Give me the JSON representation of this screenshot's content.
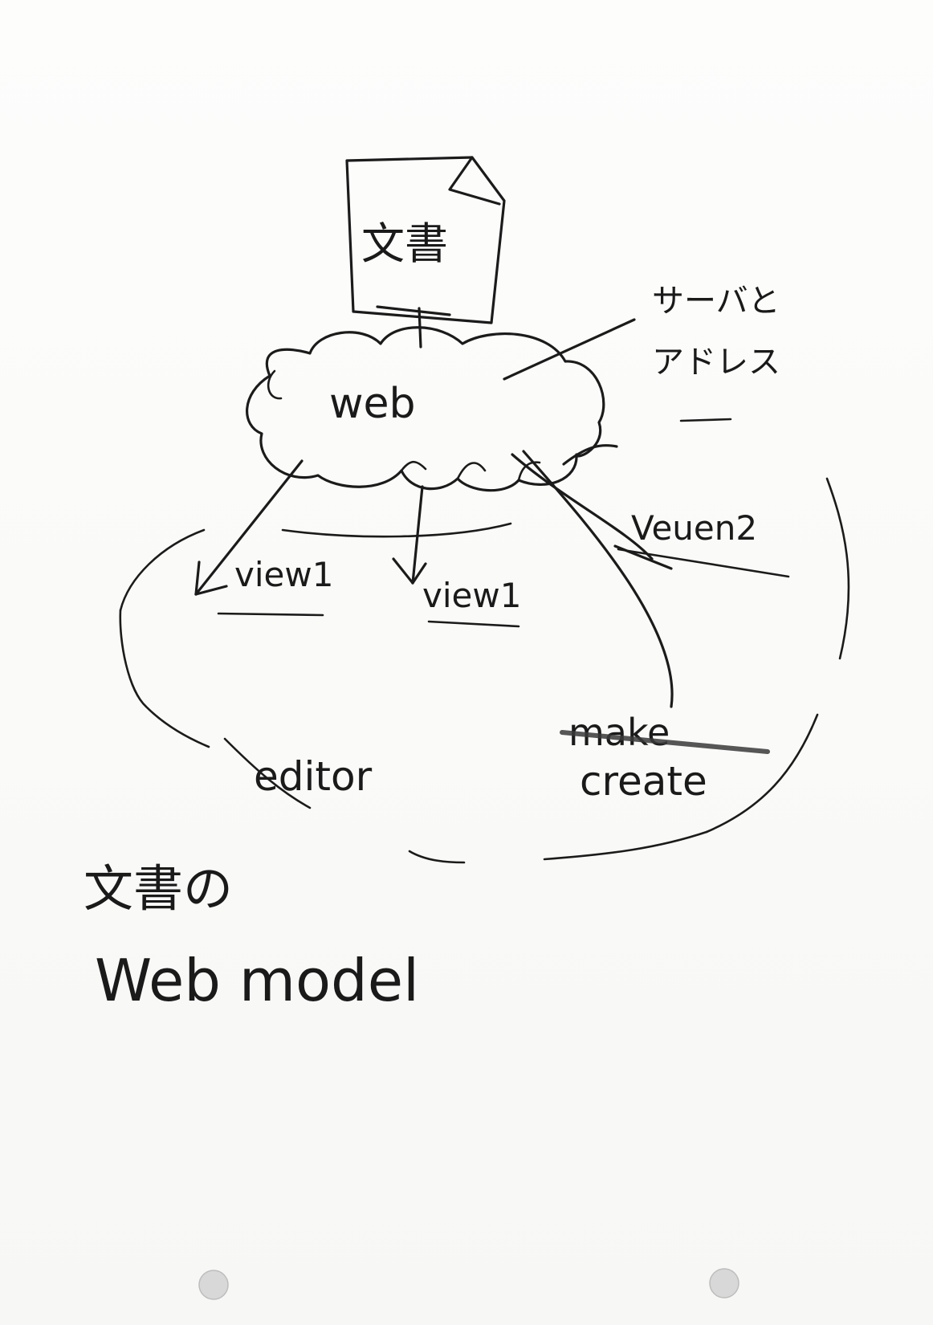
{
  "sketch": {
    "document_label": "文書",
    "cloud_label": "web",
    "server_address_label_line1": "サーバと",
    "server_address_label_line2": "アドレス",
    "view_label_1": "view1",
    "view_label_2": "view1",
    "view_label_3": "Veuen2",
    "editor_label": "editor",
    "struck_label": "make",
    "create_label": "create",
    "caption_line1": "文書の",
    "caption_line2": "Web model"
  },
  "colors": {
    "paper": "#fbfbfa",
    "ink": "#1b1b1b"
  }
}
